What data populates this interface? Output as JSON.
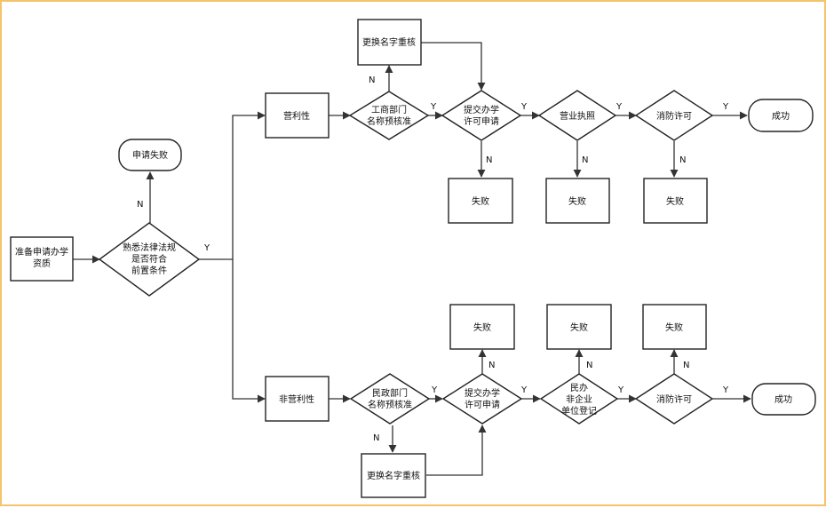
{
  "nodes": {
    "prepare": [
      "准备申请办学",
      "资质"
    ],
    "law_check": [
      "熟悉法律法规",
      "是否符合",
      "前置条件"
    ],
    "apply_fail": [
      "申请失败"
    ],
    "profit": [
      "营利性"
    ],
    "nonprofit": [
      "非营利性"
    ],
    "icb_name_check": [
      "工商部门",
      "名称预核准"
    ],
    "rename_top": [
      "更换名字重核"
    ],
    "submit_top": [
      "提交办学",
      "许可申请"
    ],
    "license": [
      "营业执照"
    ],
    "fire_top": [
      "消防许可"
    ],
    "success_top": [
      "成功"
    ],
    "fail_top_1": [
      "失败"
    ],
    "fail_top_2": [
      "失败"
    ],
    "fail_top_3": [
      "失败"
    ],
    "civil_name_check": [
      "民政部门",
      "名称预核准"
    ],
    "rename_bottom": [
      "更换名字重核"
    ],
    "submit_bottom": [
      "提交办学",
      "许可申请"
    ],
    "nonenterprise": [
      "民办",
      "非企业",
      "单位登记"
    ],
    "fire_bottom": [
      "消防许可"
    ],
    "success_bottom": [
      "成功"
    ],
    "fail_bottom_1": [
      "失败"
    ],
    "fail_bottom_2": [
      "失败"
    ],
    "fail_bottom_3": [
      "失败"
    ]
  },
  "edge_labels": {
    "yes": "Y",
    "no": "N"
  }
}
